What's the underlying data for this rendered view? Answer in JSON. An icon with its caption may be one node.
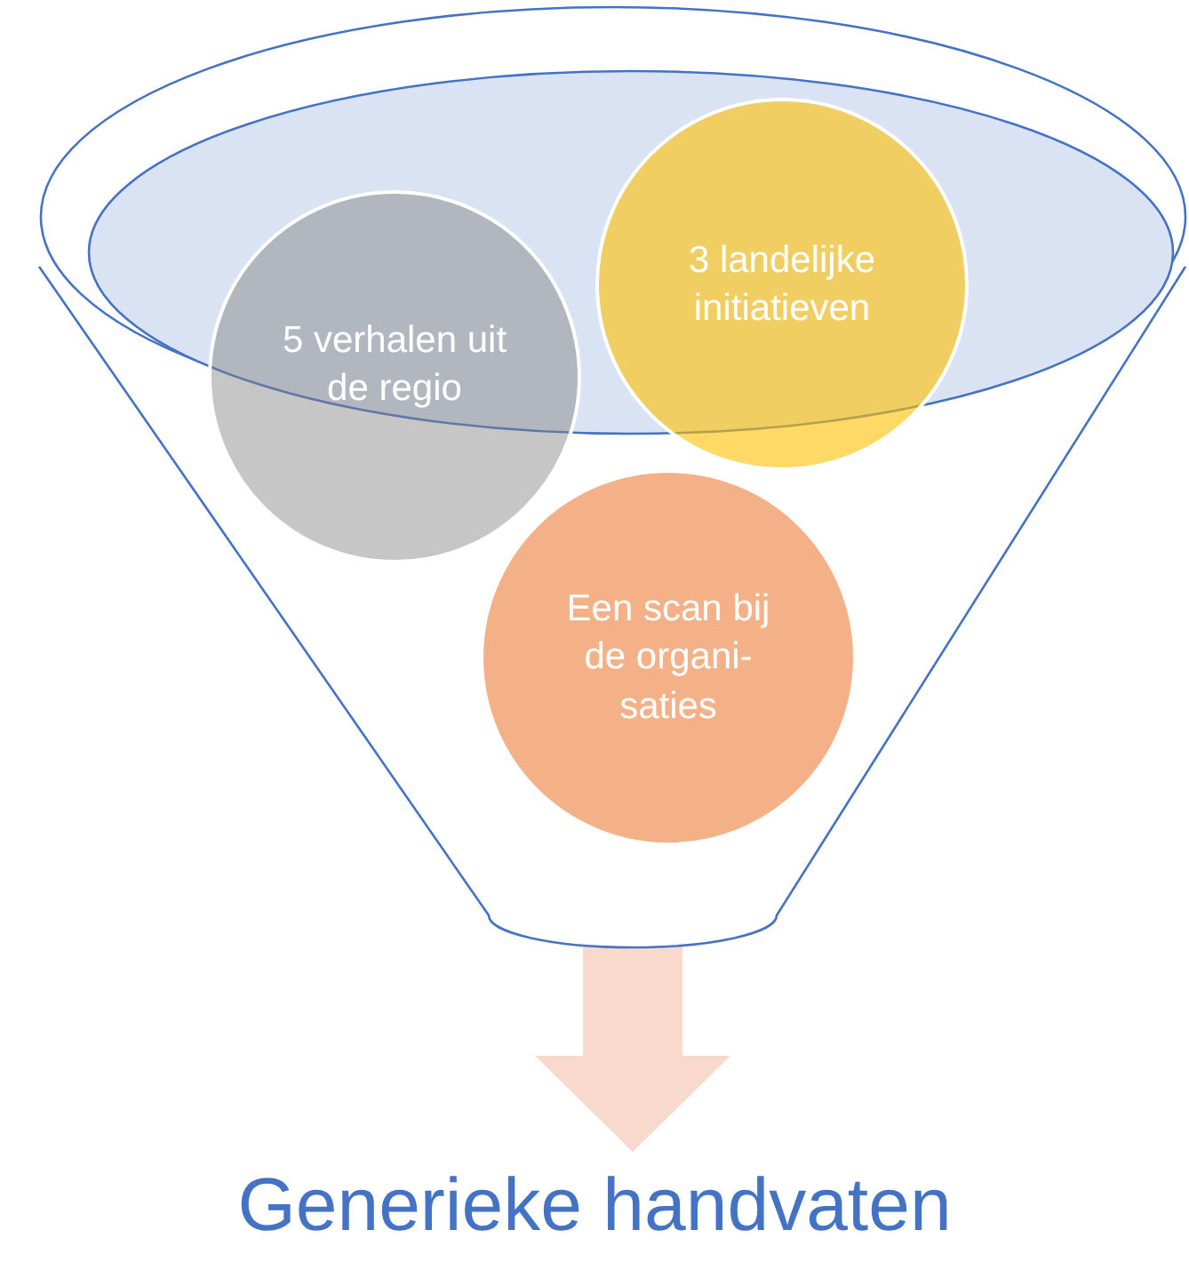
{
  "diagram": {
    "nodes": [
      {
        "text": [],
        "shape": "funnel"
      },
      {
        "text": [
          "5 verhalen uit de regio"
        ]
      },
      {
        "text": [
          "3 landelijke initiatieven"
        ]
      },
      {
        "text": [
          "Een scan bij de organi- saties"
        ],
        "in": 0
      },
      {
        "text": [
          "Generieke handvaten"
        ]
      }
    ],
    "edges": [
      {
        "from": 0,
        "to": 4,
        "arrow": "to",
        "style": "thick"
      }
    ]
  }
}
